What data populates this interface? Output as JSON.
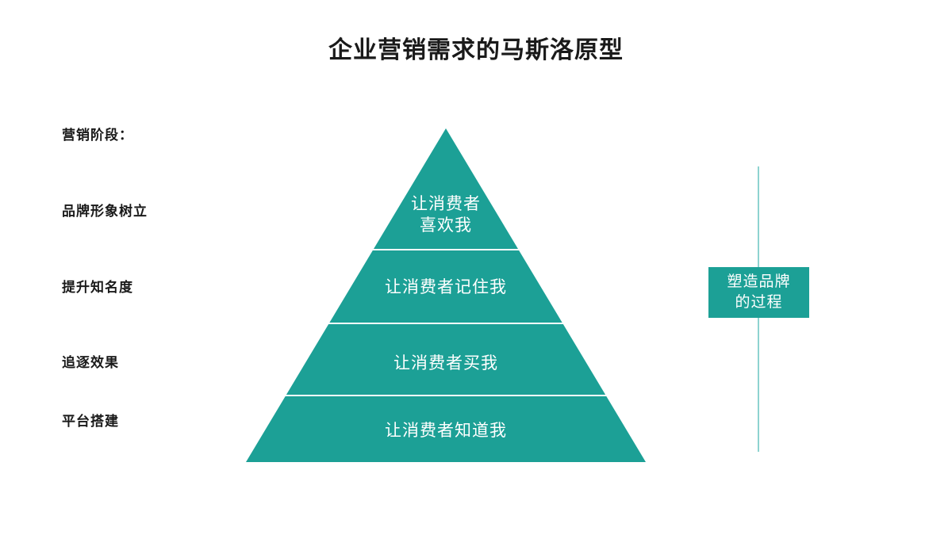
{
  "slide": {
    "title": "企业营销需求的马斯洛原型",
    "background_color": "#ffffff"
  },
  "stages": {
    "heading": "营销阶段：",
    "items": [
      {
        "label": "品牌形象树立"
      },
      {
        "label": "提升知名度"
      },
      {
        "label": "追逐效果"
      },
      {
        "label": "平台搭建"
      }
    ]
  },
  "pyramid": {
    "fill_color": "#1ca096",
    "divider_color": "#ffffff",
    "text_color": "#ffffff",
    "tiers": [
      {
        "text": "让消费者\n喜欢我"
      },
      {
        "text": "让消费者记住我"
      },
      {
        "text": "让消费者买我"
      },
      {
        "text": "让消费者知道我"
      }
    ]
  },
  "callout": {
    "text": "塑造品牌\n的过程",
    "box_color": "#1ca096",
    "line_color": "#8ed3d0",
    "text_color": "#ffffff"
  }
}
